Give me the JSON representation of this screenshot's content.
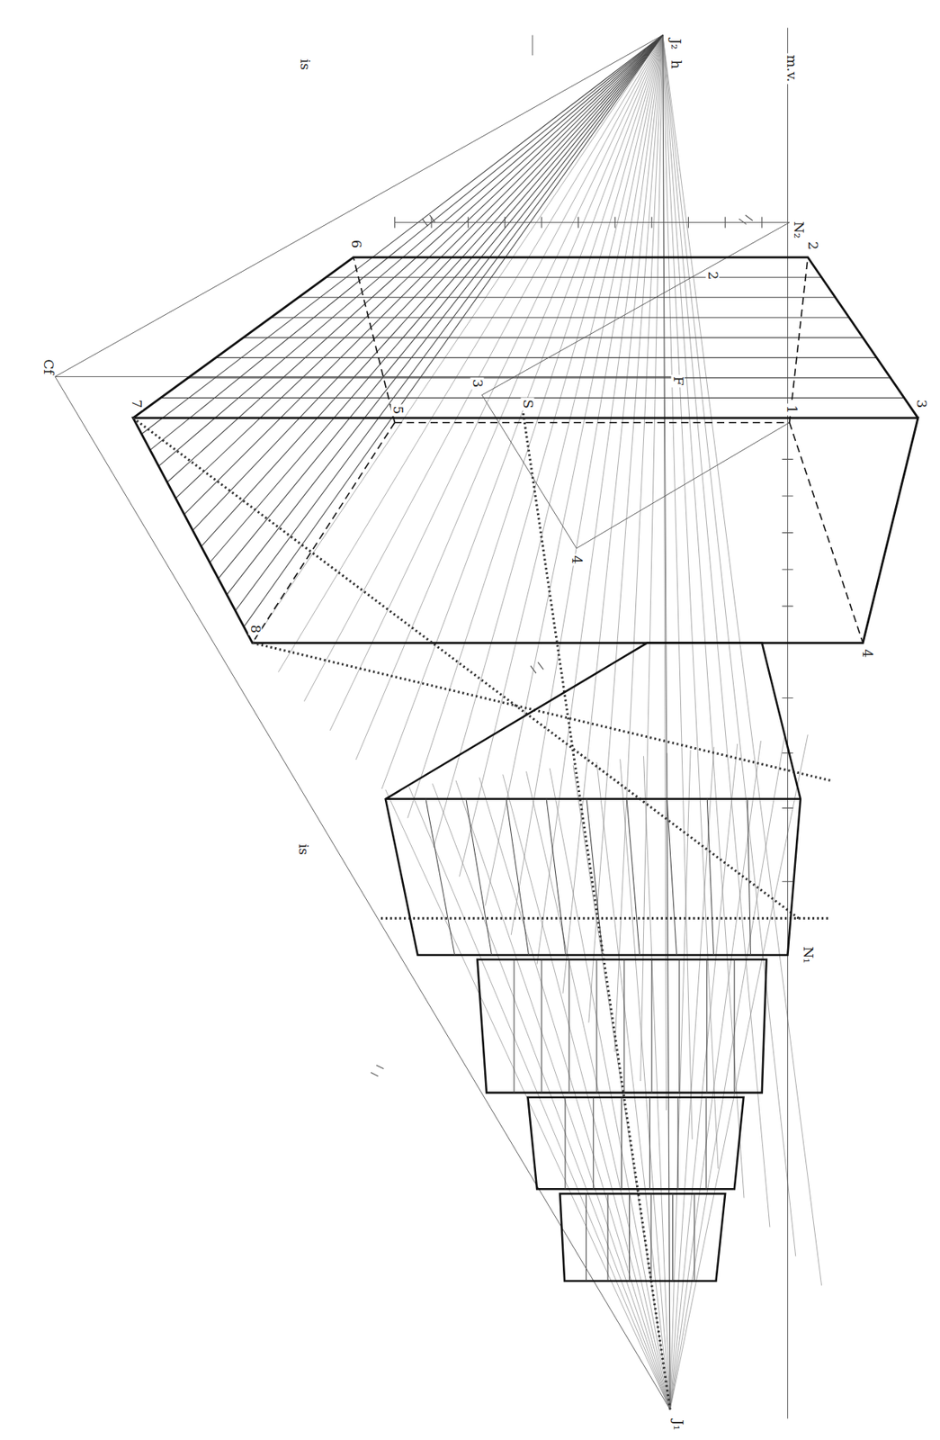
{
  "diagram": {
    "labels": [
      "Cf",
      "7",
      "8",
      "6",
      "5",
      "is",
      "is",
      "J₂",
      "h",
      "m.v.",
      "N₂",
      "2",
      "2",
      "3",
      "1",
      "3",
      "F",
      "S",
      "4",
      "4",
      "N₁",
      "J₁"
    ]
  }
}
